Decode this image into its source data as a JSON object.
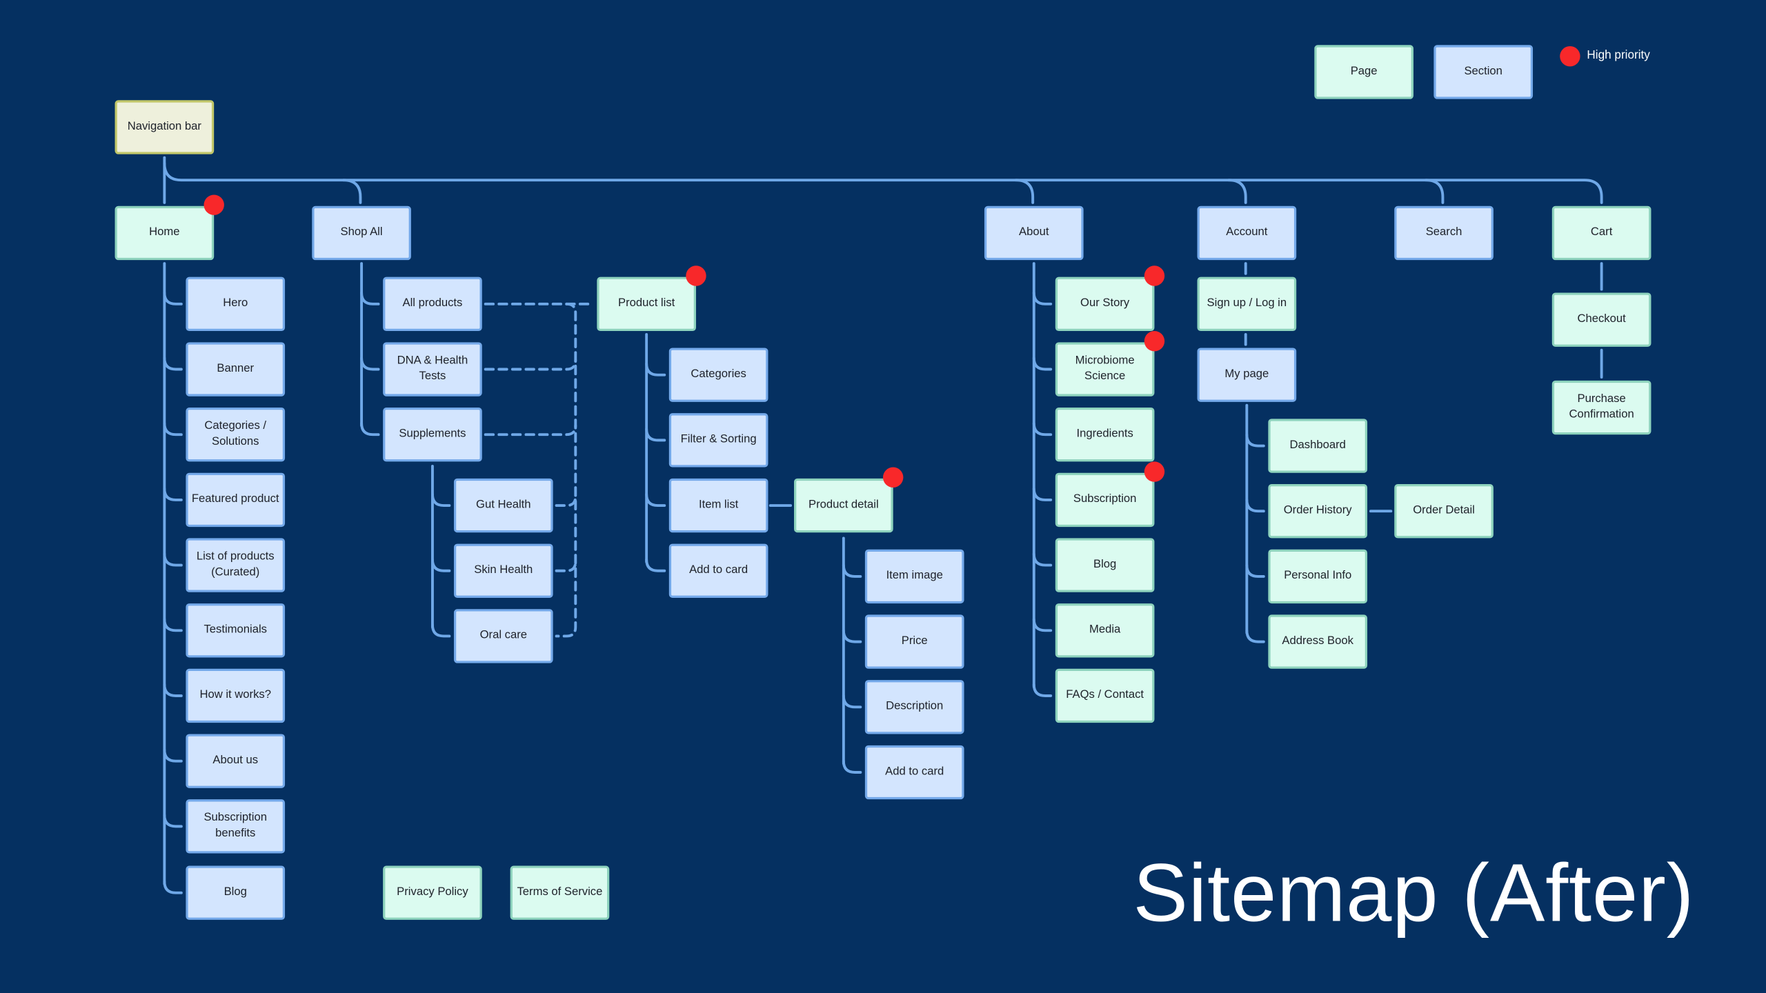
{
  "title": "Sitemap (After)",
  "legend": {
    "page": "Page",
    "section": "Section",
    "high_priority": "High priority"
  },
  "colors": {
    "background": "#053061",
    "page_fill": "#DBFBF0",
    "page_border": "#8ED3BD",
    "section_fill": "#D3E5FE",
    "section_border": "#74A9EA",
    "nav_fill": "#EEF0DC",
    "nav_border": "#C2C76A",
    "connector": "#6FA8E8",
    "priority": "#F8282A"
  },
  "nodes": [
    {
      "id": "nav",
      "label": "Navigation bar",
      "type": "nav",
      "high_priority": false
    },
    {
      "id": "home",
      "label": "Home",
      "type": "page",
      "high_priority": true
    },
    {
      "id": "shop",
      "label": "Shop All",
      "type": "section",
      "high_priority": false
    },
    {
      "id": "about",
      "label": "About",
      "type": "section",
      "high_priority": false
    },
    {
      "id": "account",
      "label": "Account",
      "type": "section",
      "high_priority": false
    },
    {
      "id": "search",
      "label": "Search",
      "type": "section",
      "high_priority": false
    },
    {
      "id": "cart",
      "label": "Cart",
      "type": "page",
      "high_priority": false
    },
    {
      "id": "hero",
      "label": "Hero",
      "type": "section",
      "high_priority": false
    },
    {
      "id": "banner",
      "label": "Banner",
      "type": "section",
      "high_priority": false
    },
    {
      "id": "categories-solutions",
      "label": "Categories / Solutions",
      "type": "section",
      "high_priority": false
    },
    {
      "id": "featured-product",
      "label": "Featured product",
      "type": "section",
      "high_priority": false
    },
    {
      "id": "list-of-products",
      "label": "List of products (Curated)",
      "type": "section",
      "high_priority": false
    },
    {
      "id": "testimonials",
      "label": "Testimonials",
      "type": "section",
      "high_priority": false
    },
    {
      "id": "how-it-works",
      "label": "How it works?",
      "type": "section",
      "high_priority": false
    },
    {
      "id": "about-us",
      "label": "About us",
      "type": "section",
      "high_priority": false
    },
    {
      "id": "subscription-benefits",
      "label": "Subscription benefits",
      "type": "section",
      "high_priority": false
    },
    {
      "id": "home-blog",
      "label": "Blog",
      "type": "section",
      "high_priority": false
    },
    {
      "id": "all-products",
      "label": "All products",
      "type": "section",
      "high_priority": false
    },
    {
      "id": "dna-tests",
      "label": "DNA & Health Tests",
      "type": "section",
      "high_priority": false
    },
    {
      "id": "supplements",
      "label": "Supplements",
      "type": "section",
      "high_priority": false
    },
    {
      "id": "gut-health",
      "label": "Gut Health",
      "type": "section",
      "high_priority": false
    },
    {
      "id": "skin-health",
      "label": "Skin Health",
      "type": "section",
      "high_priority": false
    },
    {
      "id": "oral-care",
      "label": "Oral care",
      "type": "section",
      "high_priority": false
    },
    {
      "id": "product-list",
      "label": "Product list",
      "type": "page",
      "high_priority": true
    },
    {
      "id": "pl-categories",
      "label": "Categories",
      "type": "section",
      "high_priority": false
    },
    {
      "id": "pl-filter",
      "label": "Filter & Sorting",
      "type": "section",
      "high_priority": false
    },
    {
      "id": "pl-item-list",
      "label": "Item list",
      "type": "section",
      "high_priority": false
    },
    {
      "id": "pl-add",
      "label": "Add to card",
      "type": "section",
      "high_priority": false
    },
    {
      "id": "product-detail",
      "label": "Product detail",
      "type": "page",
      "high_priority": true
    },
    {
      "id": "pd-image",
      "label": "Item image",
      "type": "section",
      "high_priority": false
    },
    {
      "id": "pd-price",
      "label": "Price",
      "type": "section",
      "high_priority": false
    },
    {
      "id": "pd-description",
      "label": "Description",
      "type": "section",
      "high_priority": false
    },
    {
      "id": "pd-add",
      "label": "Add to card",
      "type": "section",
      "high_priority": false
    },
    {
      "id": "our-story",
      "label": "Our Story",
      "type": "page",
      "high_priority": true
    },
    {
      "id": "microbiome",
      "label": "Microbiome Science",
      "type": "page",
      "high_priority": true
    },
    {
      "id": "ingredients",
      "label": "Ingredients",
      "type": "page",
      "high_priority": false
    },
    {
      "id": "subscription",
      "label": "Subscription",
      "type": "page",
      "high_priority": true
    },
    {
      "id": "about-blog",
      "label": "Blog",
      "type": "page",
      "high_priority": false
    },
    {
      "id": "media",
      "label": "Media",
      "type": "page",
      "high_priority": false
    },
    {
      "id": "faqs",
      "label": "FAQs / Contact",
      "type": "page",
      "high_priority": false
    },
    {
      "id": "signup",
      "label": "Sign up / Log in",
      "type": "page",
      "high_priority": false
    },
    {
      "id": "my-page",
      "label": "My page",
      "type": "section",
      "high_priority": false
    },
    {
      "id": "dashboard",
      "label": "Dashboard",
      "type": "page",
      "high_priority": false
    },
    {
      "id": "order-history",
      "label": "Order History",
      "type": "page",
      "high_priority": false
    },
    {
      "id": "personal-info",
      "label": "Personal Info",
      "type": "page",
      "high_priority": false
    },
    {
      "id": "address-book",
      "label": "Address Book",
      "type": "page",
      "high_priority": false
    },
    {
      "id": "order-detail",
      "label": "Order Detail",
      "type": "page",
      "high_priority": false
    },
    {
      "id": "checkout",
      "label": "Checkout",
      "type": "page",
      "high_priority": false
    },
    {
      "id": "purchase-confirmation",
      "label": "Purchase Confirmation",
      "type": "page",
      "high_priority": false
    },
    {
      "id": "privacy-policy",
      "label": "Privacy Policy",
      "type": "page",
      "high_priority": false
    },
    {
      "id": "terms",
      "label": "Terms of Service",
      "type": "page",
      "high_priority": false
    }
  ]
}
